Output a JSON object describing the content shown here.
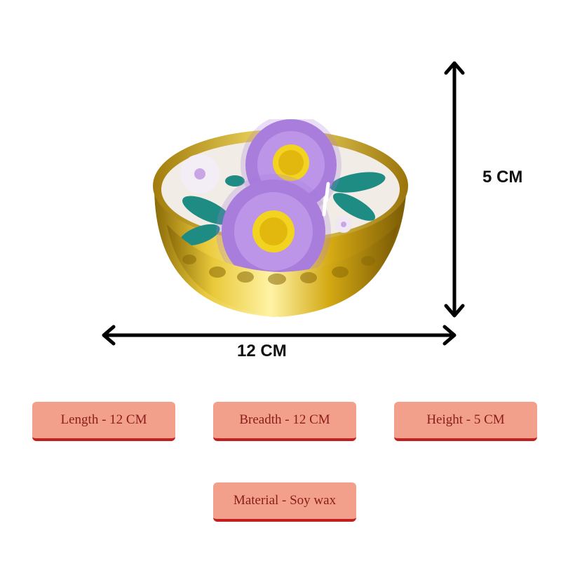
{
  "dimensions": {
    "height_label": "5 CM",
    "width_label": "12 CM"
  },
  "specs": {
    "length": "Length - 12 CM",
    "breadth": "Breadth - 12 CM",
    "height": "Height - 5 CM",
    "material": "Material - Soy wax"
  },
  "colors": {
    "button_fill": "#f2a08c",
    "button_border": "#c2201e",
    "button_text": "#8a1d1a",
    "bowl_gold": "#d9b012",
    "flower_purple": "#a97ddc",
    "leaf_teal": "#1f8c84"
  }
}
